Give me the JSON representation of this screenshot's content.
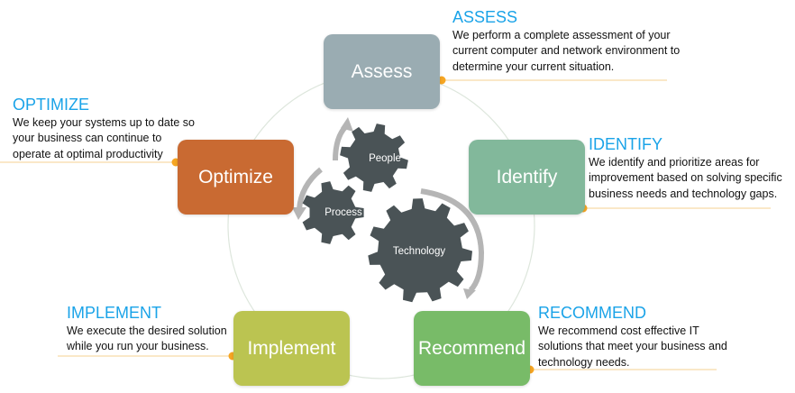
{
  "stages": [
    {
      "id": "assess",
      "label": "Assess",
      "color": "#9aacb2",
      "title": "ASSESS",
      "lines": [
        "We perform a complete assessment of your",
        "current computer and network environment to",
        "determine your current situation."
      ]
    },
    {
      "id": "identify",
      "label": "Identify",
      "color": "#82b89b",
      "title": "IDENTIFY",
      "lines": [
        "We identify and prioritize areas for",
        "improvement based  on solving specific",
        "business needs and technology gaps."
      ]
    },
    {
      "id": "recommend",
      "label": "Recommend",
      "color": "#78bb68",
      "title": "RECOMMEND",
      "lines": [
        "We recommend cost effective IT",
        "solutions that meet your business and",
        "technology needs."
      ]
    },
    {
      "id": "implement",
      "label": "Implement",
      "color": "#bbc451",
      "title": "IMPLEMENT",
      "lines": [
        "We execute the desired solution",
        "while you run your business."
      ]
    },
    {
      "id": "optimize",
      "label": "Optimize",
      "color": "#c96a32",
      "title": "OPTIMIZE",
      "lines": [
        "We keep your systems up to date so",
        "your business can continue to",
        "operate at optimal productivity"
      ]
    }
  ],
  "gears": [
    {
      "label": "People"
    },
    {
      "label": "Process"
    },
    {
      "label": "Technology"
    }
  ],
  "colors": {
    "title": "#1aa3e8",
    "gear": "#4a5356",
    "arrow": "#b5b5b5",
    "connector": "#f6a623",
    "leader": "#f7d9a8"
  }
}
